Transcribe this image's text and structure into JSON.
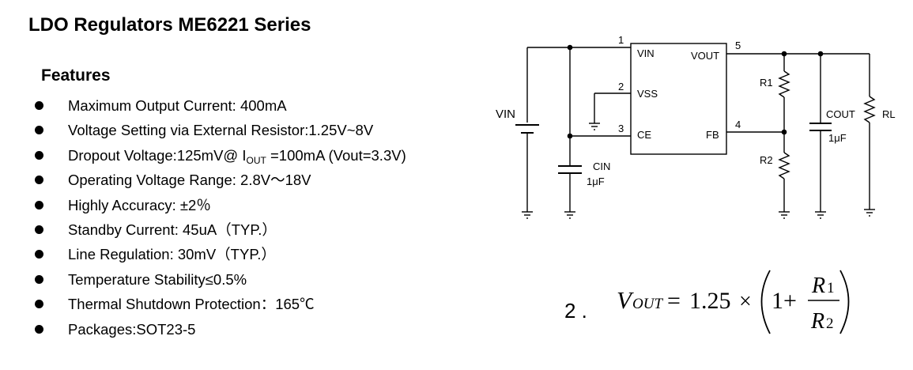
{
  "document": {
    "title": "LDO Regulators ME6221 Series",
    "features_heading": "Features"
  },
  "features": [
    {
      "text": "Maximum Output Current:   400mA"
    },
    {
      "text": "Voltage Setting via External Resistor:1.25V~8V"
    },
    {
      "pre": "Dropout Voltage:125mV@ I",
      "sub": "OUT",
      "post": " =100mA (Vout=3.3V)"
    },
    {
      "text": "Operating Voltage Range: 2.8V～18V"
    },
    {
      "text": "Highly Accuracy: ±2％"
    },
    {
      "text": "Standby Current: 45uA（TYP.）"
    },
    {
      "text": "Line Regulation: 30mV（TYP.）"
    },
    {
      "text": "Temperature Stability≤0.5%"
    },
    {
      "text": "Thermal Shutdown Protection：165℃"
    },
    {
      "text": "Packages:SOT23-5"
    }
  ],
  "circuit": {
    "source_label": "VIN",
    "pins": [
      {
        "number": "1",
        "name": "VIN"
      },
      {
        "number": "2",
        "name": "VSS"
      },
      {
        "number": "3",
        "name": "CE"
      },
      {
        "number": "5",
        "name": "VOUT"
      },
      {
        "number": "4",
        "name": "FB"
      }
    ],
    "cin_label": "CIN",
    "cin_value": "1μF",
    "r1_label": "R1",
    "r2_label": "R2",
    "cout_label": "COUT",
    "cout_value": "1μF",
    "rl_label": "RL"
  },
  "formula": {
    "number": "2 .",
    "v": "V",
    "v_sub": "OUT",
    "equals": "=",
    "coefficient": "1.25",
    "times": "×",
    "one_plus": "1+",
    "numerator": "R",
    "numerator_sub": "1",
    "denominator": "R",
    "denominator_sub": "2"
  }
}
